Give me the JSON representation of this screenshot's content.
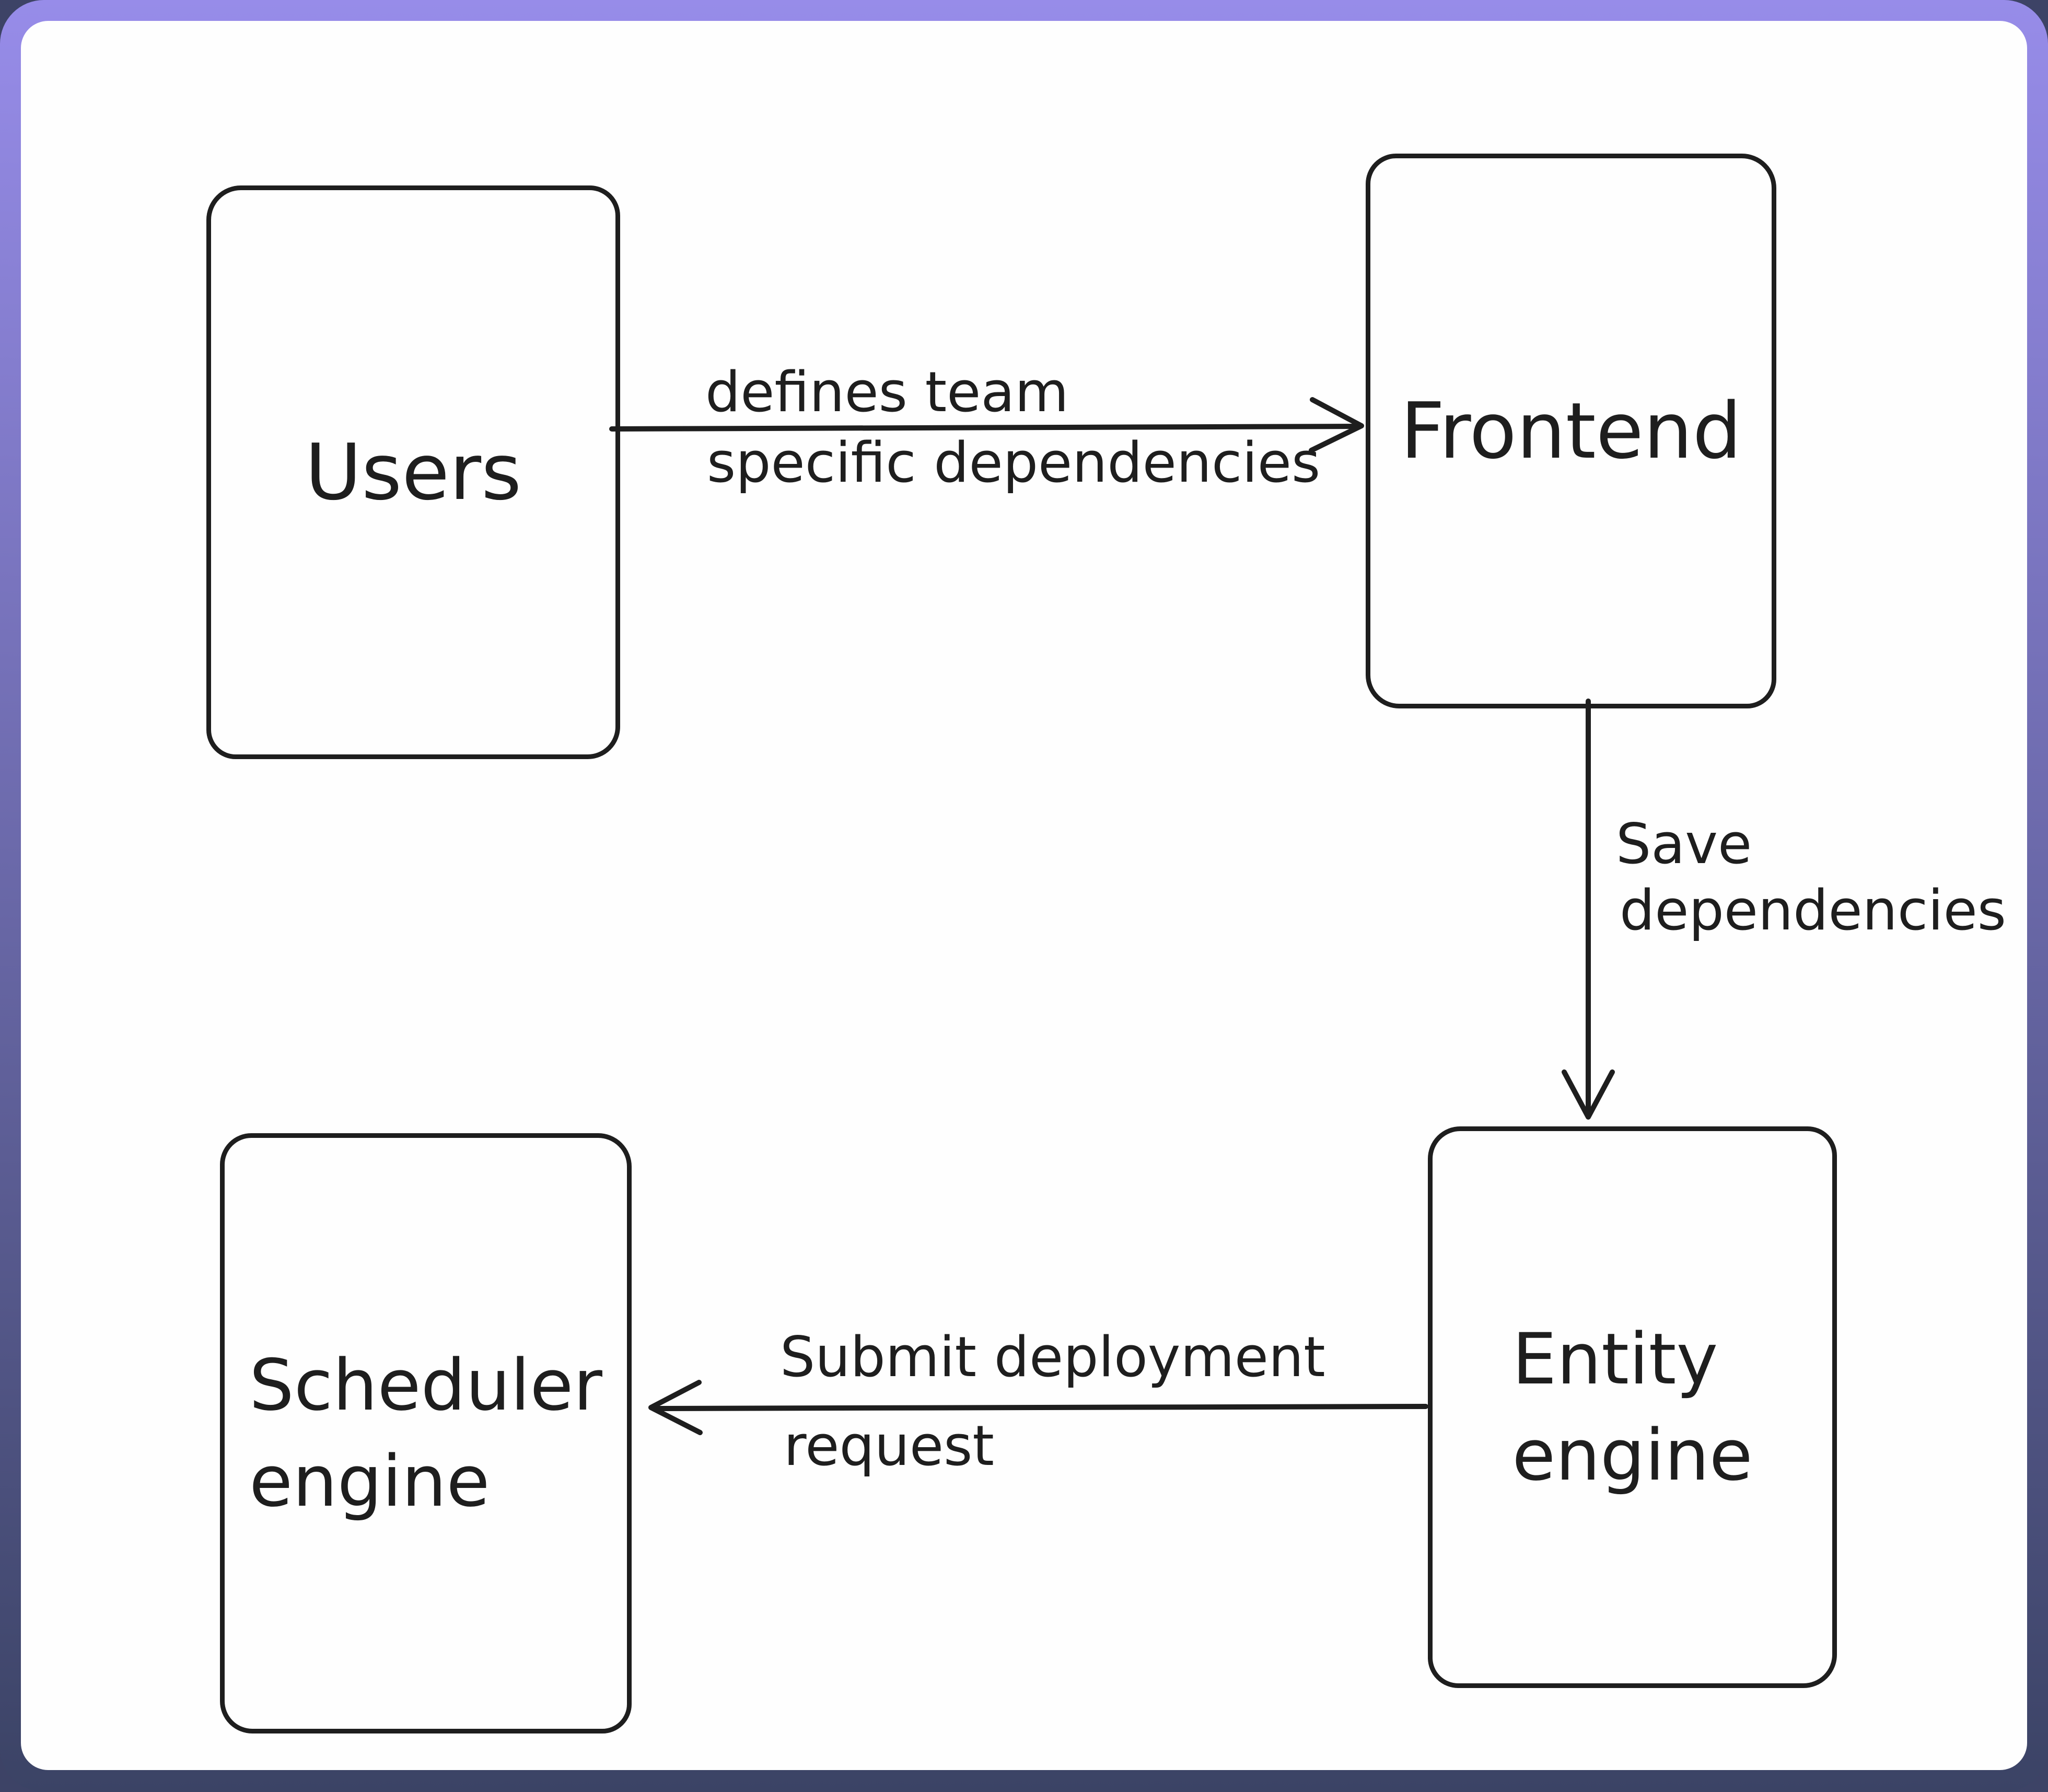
{
  "colors": {
    "page_corner": "#3d4366",
    "frame_top": "#978ce9",
    "frame_bottom": "#3b4365",
    "canvas_bg": "#fefefe",
    "ink": "#1e1e1e"
  },
  "diagram": {
    "nodes": {
      "users": {
        "label": "Users"
      },
      "frontend": {
        "label": "Frontend"
      },
      "entity_engine": {
        "line1": "Entity",
        "line2": "engine"
      },
      "scheduler_engine": {
        "line1": "Scheduler",
        "line2": "engine"
      }
    },
    "edges": {
      "users_to_frontend": {
        "line1": "defines team",
        "line2": "specific dependencies"
      },
      "frontend_to_entity_engine": {
        "line1": "Save",
        "line2": "dependencies"
      },
      "entity_engine_to_scheduler_engine": {
        "line1": "Submit deployment",
        "line2": "request"
      }
    }
  }
}
